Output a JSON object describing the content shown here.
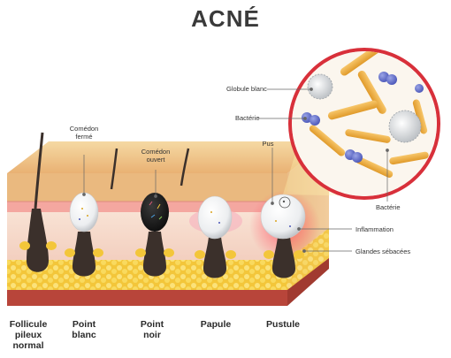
{
  "title": "ACNÉ",
  "labels": {
    "comedon_ferme_line1": "Comédon",
    "comedon_ferme_line2": "fermé",
    "comedon_ouvert_line1": "Comédon",
    "comedon_ouvert_line2": "ouvert",
    "pus": "Pus",
    "globule_blanc": "Globule blanc",
    "bacterie_left": "Bactérie",
    "bacterie_right": "Bactérie",
    "inflammation": "Inflammation",
    "glandes_sebacees": "Glandes sébacées"
  },
  "stages": {
    "follicule_line1": "Follicule",
    "follicule_line2": "pileux",
    "follicule_line3": "normal",
    "point_blanc_line1": "Point",
    "point_blanc_line2": "blanc",
    "point_noir_line1": "Point",
    "point_noir_line2": "noir",
    "papule": "Papule",
    "pustule": "Pustule"
  },
  "colors": {
    "skin_top": "#f1c58a",
    "dermis": "#f6d9c8",
    "fat": "#f7d548",
    "muscle": "#b8453a",
    "follicle": "#3b302b",
    "circle_border": "#d8303a"
  }
}
